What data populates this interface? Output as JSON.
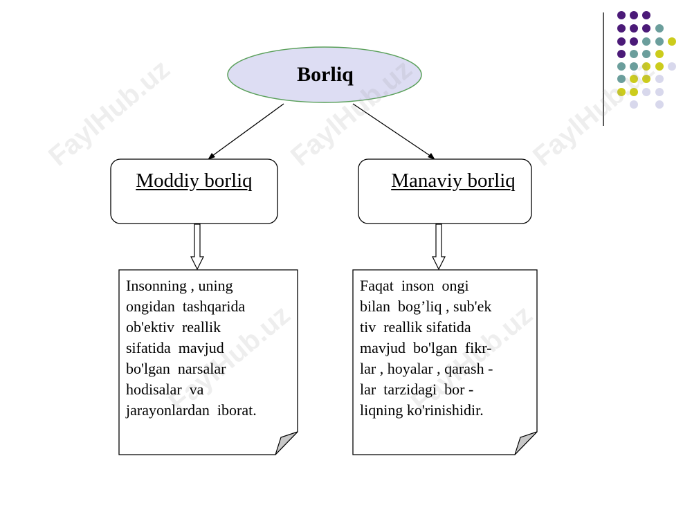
{
  "root": {
    "label": "Borliq"
  },
  "branches": [
    {
      "label": "Moddiy borliq",
      "description": "Insonning , uning\nongidan  tashqarida\nob'ektiv  reallik\nsifatida  mavjud\nbo'lgan  narsalar\nhodisalar  va\njarayonlardan  iborat."
    },
    {
      "label": "Manaviy borliq",
      "description": "Faqat  inson  ongi\nbilan  bog’liq , sub'ek\ntiv  reallik sifatida\nmavjud  bo'lgan  fikr-\nlar , hoyalar , qarash -\nlar  tarzidagi  bor -\nliqning ko'rinishidir."
    }
  ],
  "colors": {
    "ellipse_fill": "#ddddf3",
    "ellipse_stroke": "#5aa05a",
    "dot_purple": "#4b1a78",
    "dot_teal": "#6b9e9c",
    "dot_yellow": "#cccc1c",
    "dot_lavender": "#d8d8ec"
  },
  "watermark": "FaylHub.uz"
}
